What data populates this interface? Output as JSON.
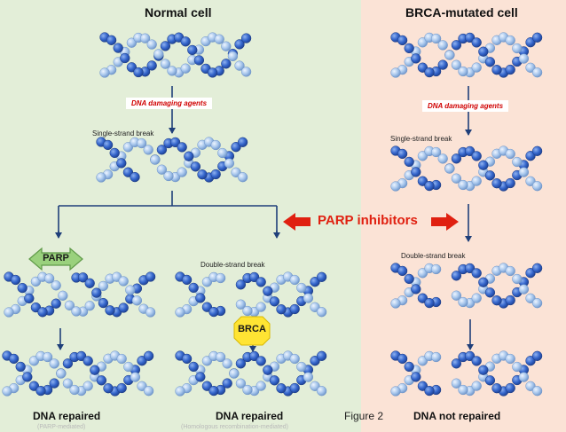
{
  "panels": {
    "normal": {
      "title": "Normal cell"
    },
    "brca": {
      "title": "BRCA-mutated cell"
    }
  },
  "labels": {
    "damaging_agents": "DNA damaging agents",
    "single_strand_break": "Single-strand break",
    "double_strand_break": "Double-strand break",
    "parp_inhibitors": "PARP inhibitors",
    "figure_caption": "Figure 2"
  },
  "badges": {
    "parp": "PARP",
    "brca": "BRCA"
  },
  "outcomes": {
    "parp": {
      "title": "DNA repaired",
      "note": "(PARP-mediated)"
    },
    "homologous": {
      "title": "DNA repaired",
      "note": "(Homologous recombination-mediated)"
    },
    "brca": {
      "title": "DNA not repaired"
    }
  },
  "colors": {
    "normal_bg": "#e3eed8",
    "brca_bg": "#fbe3d6",
    "strand_dark": "#2f5fc4",
    "strand_light": "#9bbde8",
    "arrow": "#1f3f7a",
    "inhibitor": "#e02010",
    "parp_badge": "#9ad17d",
    "brca_badge": "#ffe433"
  }
}
